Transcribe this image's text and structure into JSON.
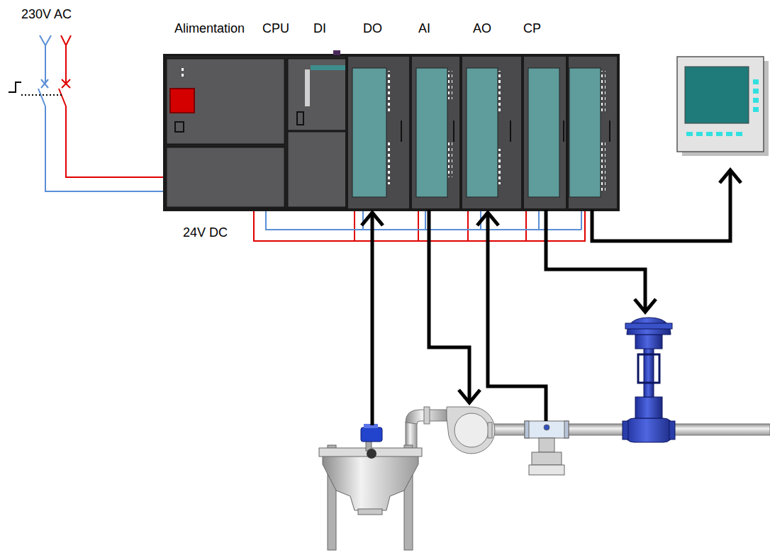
{
  "diagram": {
    "nodes": [
      {
        "text": [
          "Alimentation"
        ]
      },
      {
        "text": [
          "CPU"
        ]
      },
      {
        "text": [
          "DI"
        ]
      },
      {
        "text": [
          "DO"
        ]
      },
      {
        "text": [
          "AI"
        ]
      },
      {
        "text": [
          "AO"
        ]
      },
      {
        "text": [
          "CP"
        ]
      }
    ],
    "labels": [
      "230V AC",
      "24V DC"
    ]
  }
}
